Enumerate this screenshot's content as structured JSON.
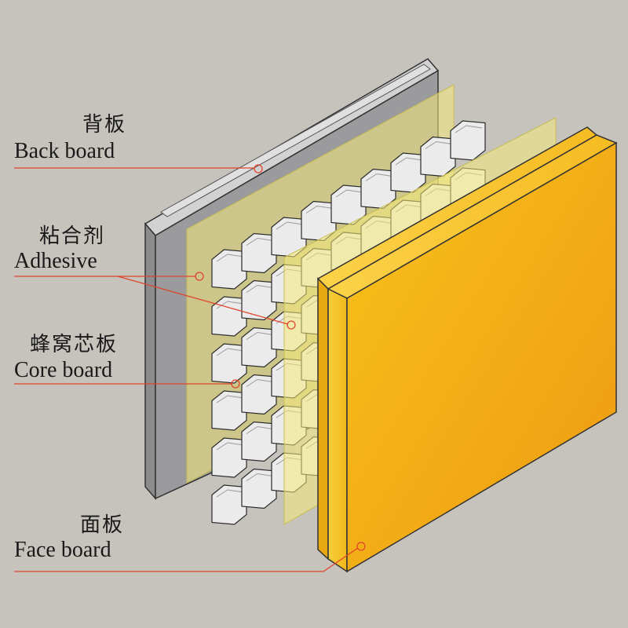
{
  "labels": {
    "back_board": {
      "zh": "背板",
      "en": "Back board"
    },
    "adhesive": {
      "zh": "粘合剂",
      "en": "Adhesive"
    },
    "core_board": {
      "zh": "蜂窝芯板",
      "en": "Core board"
    },
    "face_board": {
      "zh": "面板",
      "en": "Face board"
    }
  },
  "colors": {
    "background": "#c6c3bd",
    "leader_line": "#e0442b",
    "back_board_face": "#9a9a9c",
    "adhesive_film": "#f2ea7c",
    "honeycomb": "#e9e9e9",
    "face_board": "#f4b400"
  }
}
